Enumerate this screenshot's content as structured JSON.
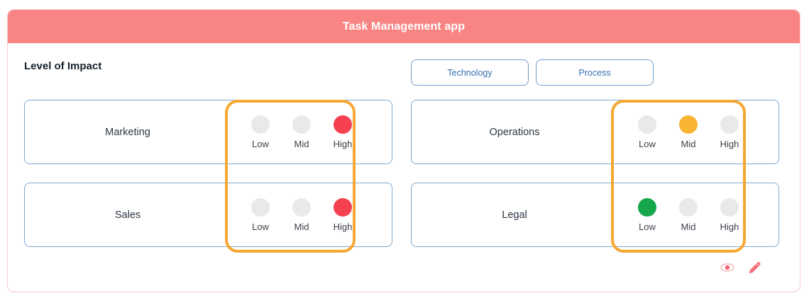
{
  "header": {
    "title": "Task Management app",
    "bg_color": "#f98484",
    "text_color": "#ffffff"
  },
  "section": {
    "title": "Level of Impact"
  },
  "category_buttons": [
    {
      "label": "Technology"
    },
    {
      "label": "Process"
    }
  ],
  "impact_levels": [
    "Low",
    "Mid",
    "High"
  ],
  "colors": {
    "low": "#16a74c",
    "mid": "#fab434",
    "high": "#f4404f",
    "unselected": "#e9e9e9",
    "highlight": "#f5a733",
    "card_border": "#7fa8cf",
    "button_text": "#3771b5",
    "frame_border": "#f7c9c9",
    "footer_icon": "#f47c88"
  },
  "cards": [
    {
      "name": "Marketing",
      "selected": "High",
      "options": [
        {
          "label": "Low",
          "state": "unselected"
        },
        {
          "label": "Mid",
          "state": "unselected"
        },
        {
          "label": "High",
          "state": "selected-high"
        }
      ]
    },
    {
      "name": "Operations",
      "selected": "Mid",
      "options": [
        {
          "label": "Low",
          "state": "unselected"
        },
        {
          "label": "Mid",
          "state": "selected-mid"
        },
        {
          "label": "High",
          "state": "unselected"
        }
      ]
    },
    {
      "name": "Sales",
      "selected": "High",
      "options": [
        {
          "label": "Low",
          "state": "unselected"
        },
        {
          "label": "Mid",
          "state": "unselected"
        },
        {
          "label": "High",
          "state": "selected-high"
        }
      ]
    },
    {
      "name": "Legal",
      "selected": "Low",
      "options": [
        {
          "label": "Low",
          "state": "selected-low"
        },
        {
          "label": "Mid",
          "state": "unselected"
        },
        {
          "label": "High",
          "state": "unselected"
        }
      ]
    }
  ],
  "footer_actions": [
    {
      "icon": "eye-icon"
    },
    {
      "icon": "pencil-icon"
    }
  ],
  "highlights": [
    {
      "target": "left-column-impact-selectors"
    },
    {
      "target": "right-column-impact-selectors"
    }
  ]
}
